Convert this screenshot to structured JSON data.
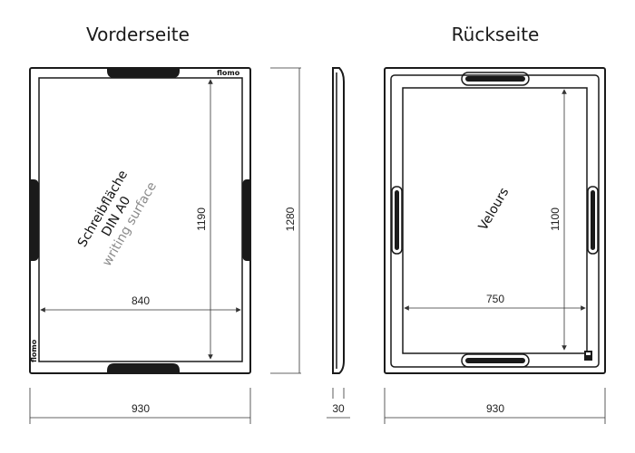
{
  "front": {
    "heading": "Vorderseite",
    "surface_line1": "Schreibfläche",
    "surface_line2": "DIN A0",
    "surface_line3": "writing surface",
    "logo": "flomo",
    "dim_width_inner": "840",
    "dim_height_inner": "1190",
    "dim_height_total": "1280",
    "dim_width_total": "930"
  },
  "side": {
    "dim_depth": "30"
  },
  "back": {
    "heading": "Rückseite",
    "surface_label": "Velours",
    "dim_width_inner": "750",
    "dim_height_inner": "1100",
    "dim_width_total": "930"
  }
}
